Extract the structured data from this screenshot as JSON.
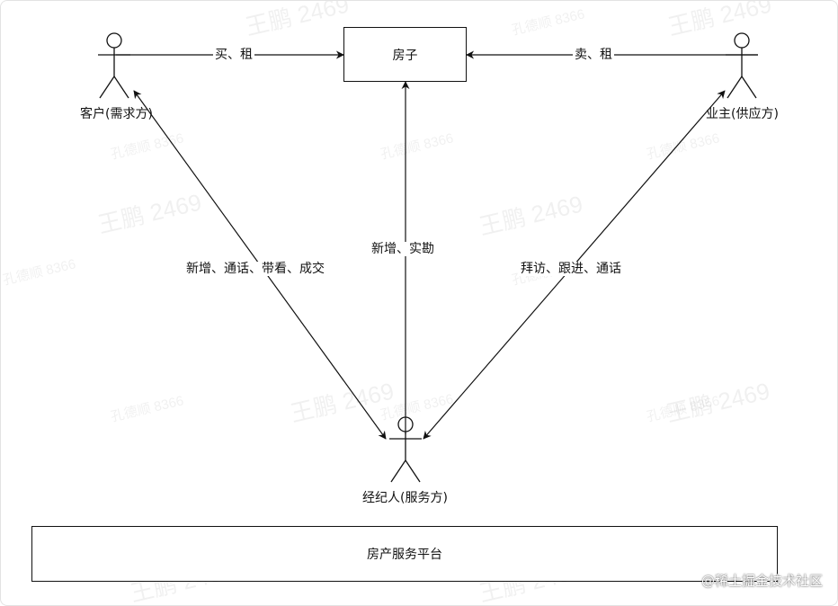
{
  "diagram": {
    "house_label": "房子",
    "customer_label": "客户(需求方)",
    "owner_label": "业主(供应方)",
    "agent_label": "经纪人(服务方)",
    "platform_label": "房产服务平台",
    "edge_customer_house": "买、租",
    "edge_owner_house": "卖、租",
    "edge_agent_customer": "新增、通话、带看、成交",
    "edge_agent_house": "新增、实勘",
    "edge_agent_owner": "拜访、跟进、通话"
  },
  "watermark": {
    "primary": "王鹏 2469",
    "secondary": "孔德顺 8366"
  },
  "credit": "@稀土掘金技术社区"
}
